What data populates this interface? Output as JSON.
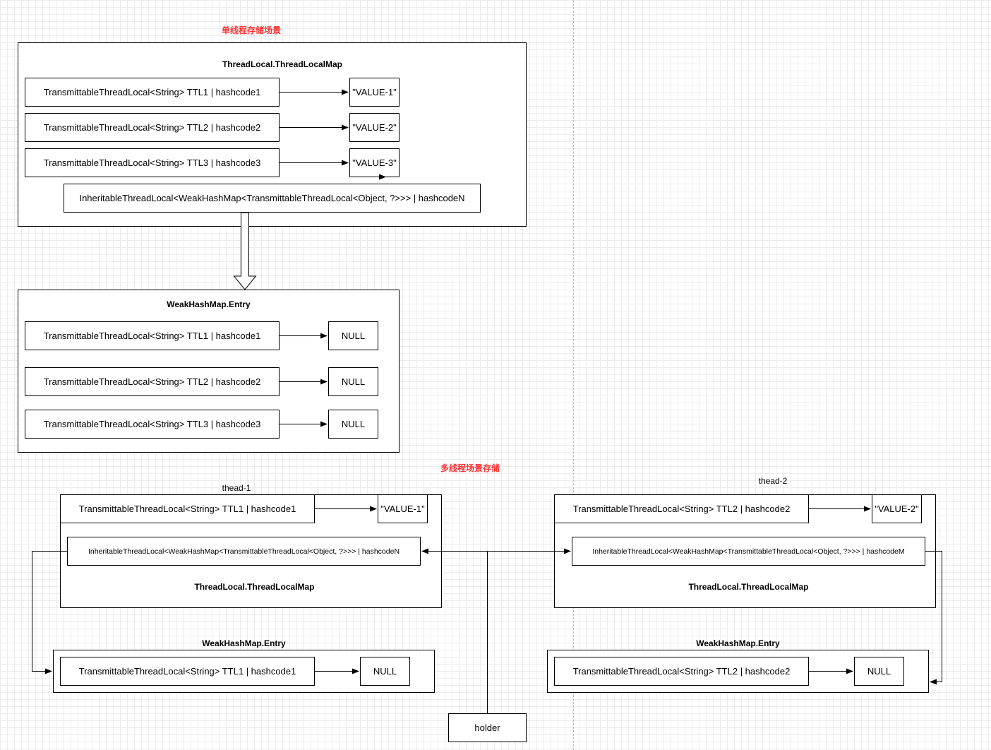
{
  "single": {
    "heading": "单线程存储场景",
    "map_title": "ThreadLocal.ThreadLocalMap",
    "entries": [
      {
        "key": "TransmittableThreadLocal<String> TTL1 | hashcode1",
        "value": "\"VALUE-1\""
      },
      {
        "key": "TransmittableThreadLocal<String> TTL2 | hashcode2",
        "value": "\"VALUE-2\""
      },
      {
        "key": "TransmittableThreadLocal<String> TTL3 | hashcode3",
        "value": "\"VALUE-3\""
      }
    ],
    "holder_key": "InheritableThreadLocal<WeakHashMap<TransmittableThreadLocal<Object,  ?>>> | hashcodeN",
    "weak_title": "WeakHashMap.Entry",
    "weak_entries": [
      {
        "key": "TransmittableThreadLocal<String> TTL1 | hashcode1",
        "value": "NULL"
      },
      {
        "key": "TransmittableThreadLocal<String> TTL2 | hashcode2",
        "value": "NULL"
      },
      {
        "key": "TransmittableThreadLocal<String> TTL3 | hashcode3",
        "value": "NULL"
      }
    ]
  },
  "multi": {
    "heading": "多线程场景存储",
    "thread1": {
      "name": "thead-1",
      "entry_key": "TransmittableThreadLocal<String> TTL1 | hashcode1",
      "entry_value": "\"VALUE-1\"",
      "holder_key": "InheritableThreadLocal<WeakHashMap<TransmittableThreadLocal<Object,  ?>>> | hashcodeN",
      "map_title": "ThreadLocal.ThreadLocalMap",
      "weak_title": "WeakHashMap.Entry",
      "weak_key": "TransmittableThreadLocal<String> TTL1 | hashcode1",
      "weak_value": "NULL"
    },
    "thread2": {
      "name": "thead-2",
      "entry_key": "TransmittableThreadLocal<String> TTL2 | hashcode2",
      "entry_value": "\"VALUE-2\"",
      "holder_key": "InheritableThreadLocal<WeakHashMap<TransmittableThreadLocal<Object,  ?>>> | hashcodeM",
      "map_title": "ThreadLocal.ThreadLocalMap",
      "weak_title": "WeakHashMap.Entry",
      "weak_key": "TransmittableThreadLocal<String> TTL2 | hashcode2",
      "weak_value": "NULL"
    },
    "holder": "holder"
  }
}
